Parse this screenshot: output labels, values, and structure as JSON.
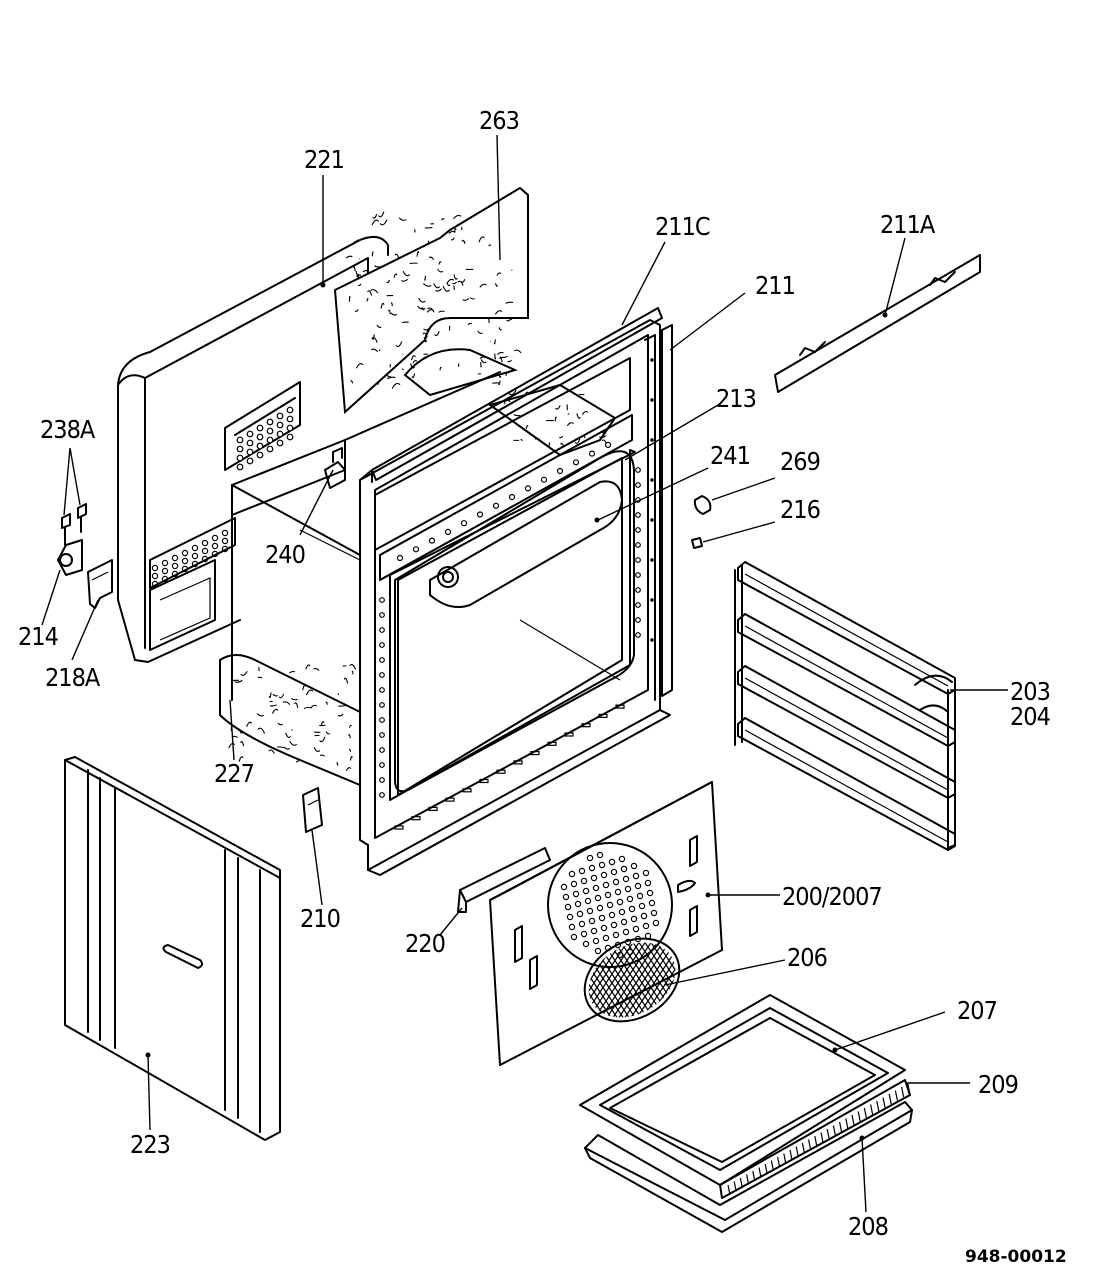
{
  "labels": {
    "p263": "263",
    "p221": "221",
    "p211C": "211C",
    "p211A": "211A",
    "p211": "211",
    "p213": "213",
    "p238A": "238A",
    "p241": "241",
    "p269": "269",
    "p216": "216",
    "p240": "240",
    "p214": "214",
    "p218A": "218A",
    "p203": "203",
    "p204": "204",
    "p227": "227",
    "p200": "200/2007",
    "p210": "210",
    "p220": "220",
    "p206": "206",
    "p207": "207",
    "p209": "209",
    "p223": "223",
    "p208": "208"
  },
  "diagram_code": "948-00012"
}
